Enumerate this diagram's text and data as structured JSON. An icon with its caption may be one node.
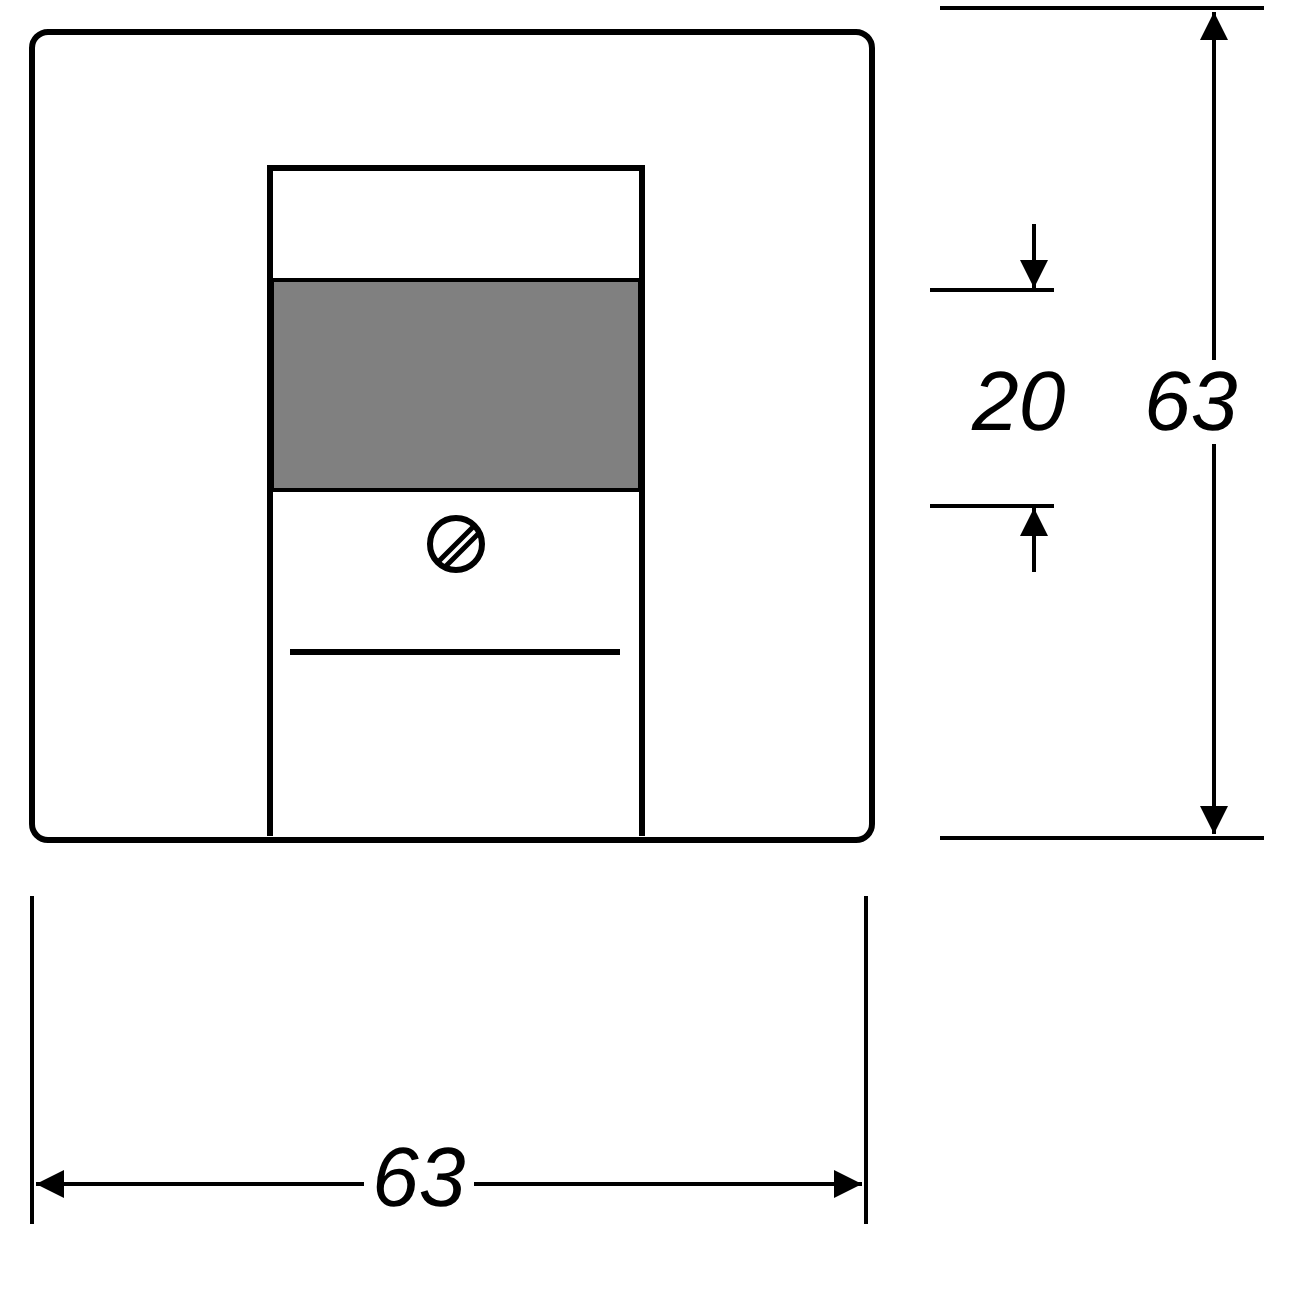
{
  "diagram": {
    "labels": [
      "20",
      "63",
      "63"
    ]
  }
}
